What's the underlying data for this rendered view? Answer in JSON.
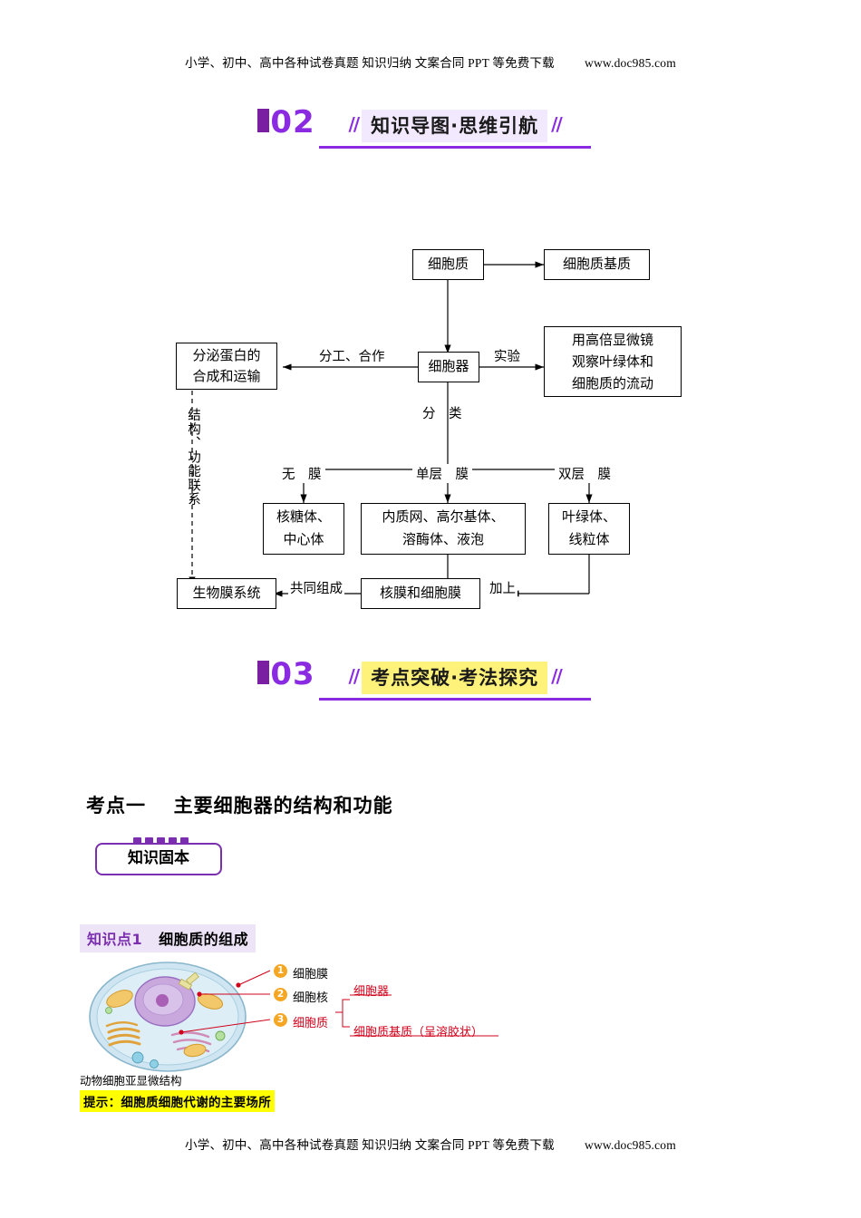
{
  "watermark": {
    "left": "小学、初中、高中各种试卷真题  知识归纳  文案合同  PPT 等免费下载",
    "right": "www.doc985.com"
  },
  "sections": [
    {
      "number": "02",
      "title": "知识导图·思维引航",
      "slash_left": "//",
      "slash_right": "//"
    },
    {
      "number": "03",
      "title": "考点突破·考法探究",
      "slash_left": "//",
      "slash_right": "//"
    }
  ],
  "flowchart": {
    "nodes": {
      "cytoplasm": "细胞质",
      "cytosol": "细胞质基质",
      "organelle": "细胞器",
      "secretory": "分泌蛋白的\n合成和运输",
      "experiment": "用高倍显微镜\n观察叶绿体和\n细胞质的流动",
      "no_membrane": "核糖体、\n中心体",
      "single_membrane": "内质网、高尔基体、\n溶酶体、液泡",
      "double_membrane": "叶绿体、\n线粒体",
      "biomembrane_system": "生物膜系统",
      "nuclear_and_cell_membrane": "核膜和细胞膜"
    },
    "edge_labels": {
      "division_cooperation": "分工、合作",
      "experiment_label": "实验",
      "classify": "分　类",
      "no_membrane_label": "无　膜",
      "single_membrane_label": "单层　膜",
      "double_membrane_label": "双层　膜",
      "together_compose": "共同组成",
      "plus": "加上",
      "structure_function_relation": "结构、功能联系"
    }
  },
  "kaodian": {
    "label": "考点一",
    "title": "主要细胞器的结构和功能"
  },
  "zhishigu_ben": "知识固本",
  "zhishidian": {
    "prefix": "知识点",
    "index": "1",
    "title": "细胞质的组成"
  },
  "cell_diagram": {
    "caption": "动物细胞亚显微结构",
    "callouts": [
      {
        "num": "1",
        "text": "细胞膜"
      },
      {
        "num": "2",
        "text": "细胞核"
      },
      {
        "num": "3",
        "text": "细胞质"
      }
    ],
    "sub_items": [
      "细胞器",
      "细胞质基质（呈溶胶状）"
    ],
    "tip": "提示：细胞质细胞代谢的主要场所"
  },
  "colors": {
    "purple": "#7b2fb0",
    "accent_violet": "#8a2be2",
    "highlight_yellow": "#ffff00",
    "title_band_purple": "#f3e9ff",
    "title_band_yellow": "#fff27a",
    "red": "#d0021b",
    "orange_badge": "#f5a623"
  }
}
